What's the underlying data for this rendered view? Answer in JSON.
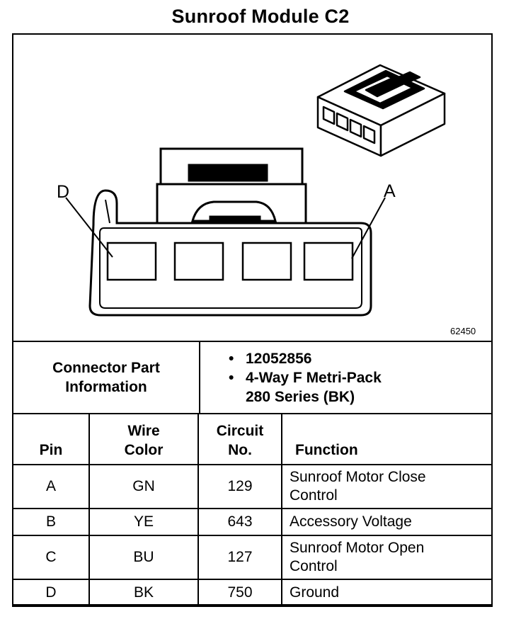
{
  "title": "Sunroof Module C2",
  "figure": {
    "id": "62450",
    "pin_labels": [
      "D",
      "A"
    ]
  },
  "connector_part_info": {
    "label_line1": "Connector Part",
    "label_line2": "Information",
    "part_number": "12052856",
    "description_line1": "4-Way F Metri-Pack",
    "description_line2": "280 Series (BK)"
  },
  "table": {
    "headers": {
      "pin": "Pin",
      "wire_line1": "Wire",
      "wire_line2": "Color",
      "circuit_line1": "Circuit",
      "circuit_line2": "No.",
      "function": "Function"
    },
    "rows": [
      {
        "pin": "A",
        "color": "GN",
        "circuit": "129",
        "function_line1": "Sunroof Motor Close",
        "function_line2": "Control"
      },
      {
        "pin": "B",
        "color": "YE",
        "circuit": "643",
        "function_line1": "Accessory Voltage",
        "function_line2": ""
      },
      {
        "pin": "C",
        "color": "BU",
        "circuit": "127",
        "function_line1": "Sunroof Motor Open",
        "function_line2": "Control"
      },
      {
        "pin": "D",
        "color": "BK",
        "circuit": "750",
        "function_line1": "Ground",
        "function_line2": ""
      }
    ]
  }
}
